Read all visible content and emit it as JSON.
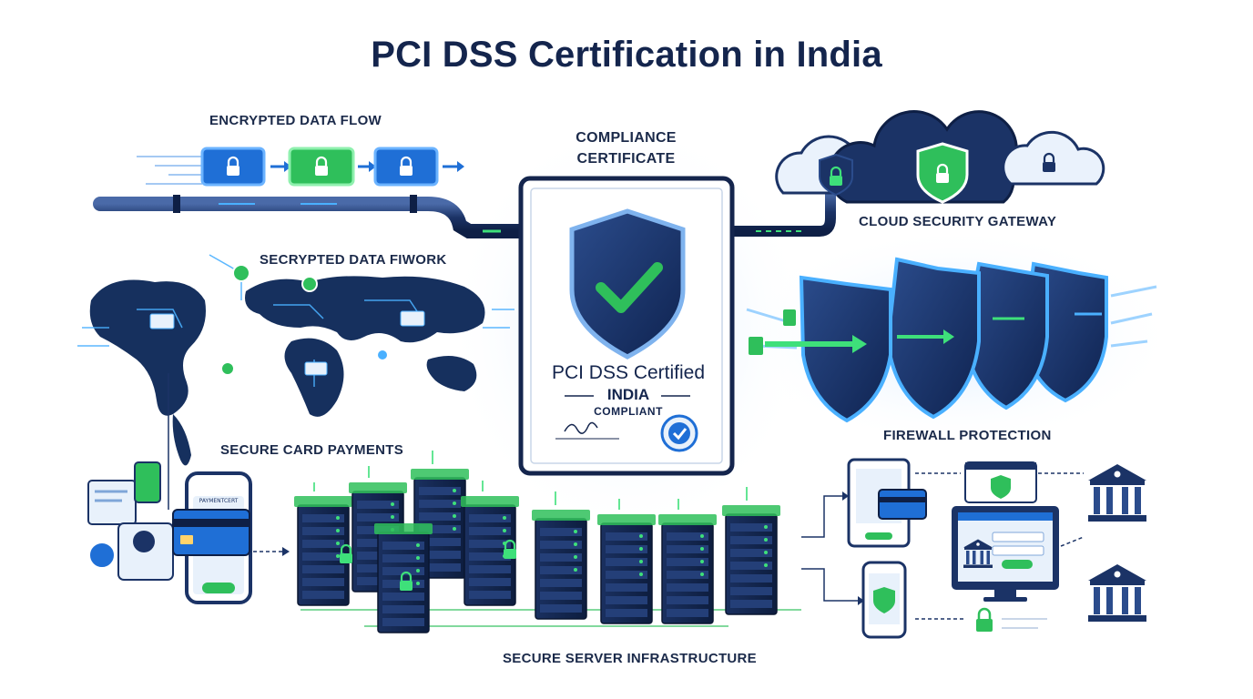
{
  "title": "PCI DSS Certification in India",
  "labels": {
    "encrypted_flow": "ENCRYPTED DATA FLOW",
    "compliance_certificate_line1": "COMPLIANCE",
    "compliance_certificate_line2": "CERTIFICATE",
    "cloud_gateway": "CLOUD SECURITY GATEWAY",
    "secrypted_network": "SECRYPTED DATA FIWORK",
    "secure_card_payments": "SECURE CARD PAYMENTS",
    "firewall_protection": "FIREWALL PROTECTION",
    "server_infrastructure": "SECURE SERVER INFRASTRUCTURE"
  },
  "certificate": {
    "heading": "PCI DSS Certified",
    "country": "INDIA",
    "status": "COMPLIANT"
  },
  "phone_header_text": "PAYMENTCERT",
  "colors": {
    "navy": "#14254d",
    "blue": "#1f6fd6",
    "green": "#2fbf5b",
    "light_blue": "#e8f1fb"
  },
  "icons": [
    "lock-icon",
    "shield-check-icon",
    "cloud-icon",
    "bank-icon",
    "server-icon",
    "credit-card-icon",
    "world-map-icon",
    "smartphone-icon",
    "laptop-icon",
    "certificate-seal-icon"
  ]
}
